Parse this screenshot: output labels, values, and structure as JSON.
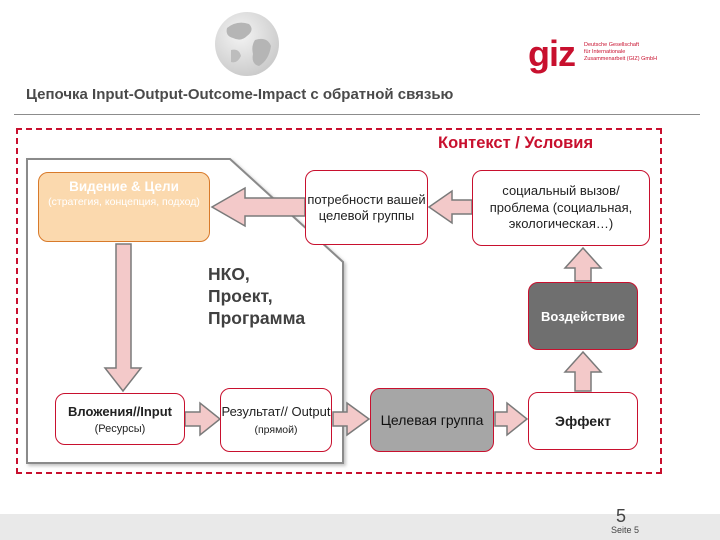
{
  "header": {
    "title": "Цепочка Input-Output-Outcome-Impact с обратной связью",
    "logo_mark": "giz",
    "logo_subtitle": "Deutsche Gesellschaft\nfür Internationale\nZusammenarbeit (GIZ) GmbH"
  },
  "diagram": {
    "context_label": "Контекст / Условия",
    "project_label": "НКО,\nПроект,\nПрограмма",
    "vision": {
      "title": "Видение  & Цели",
      "subtitle": "(стратегия, концепция, подход)"
    },
    "needs": "потребности вашей целевой группы",
    "challenge": "социальный вызов/ проблема (социальная, экологическая…)",
    "impact": "Воздействие",
    "inputs": {
      "title": "Вложения//Input",
      "subtitle": "(Ресурсы)"
    },
    "output": {
      "title": "Результат// Output",
      "subtitle": "(прямой)"
    },
    "target_group": "Целевая группа",
    "effect": "Эффект"
  },
  "footer": {
    "page_number": "5",
    "page_label": "Seite 5"
  },
  "colors": {
    "accent": "#c8102e",
    "orange_fill": "#fbd9ae",
    "gray_fill": "#a6a6a6",
    "dark_fill": "#6f6f6f",
    "arrow_fill": "#f0b8b8"
  }
}
